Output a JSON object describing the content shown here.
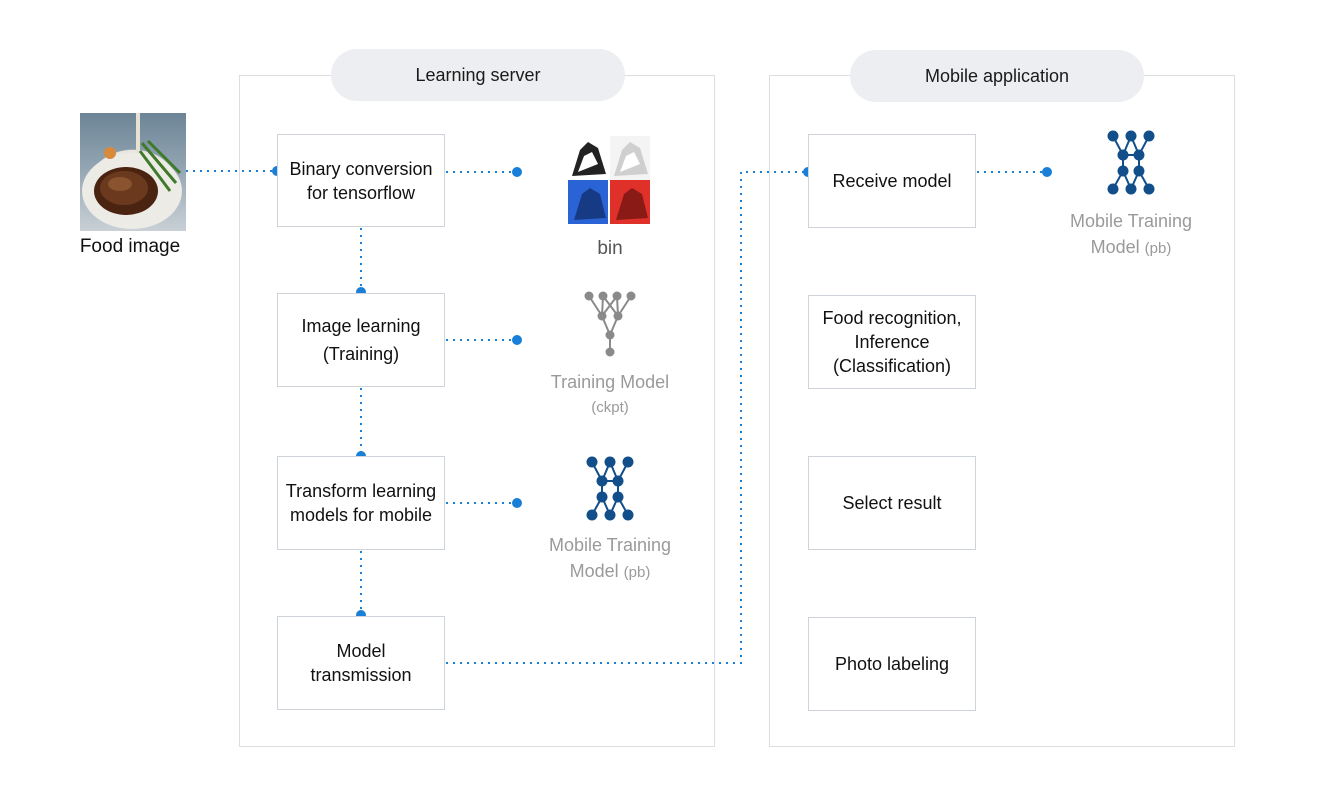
{
  "panels": {
    "learning_server": {
      "title": "Learning server"
    },
    "mobile_application": {
      "title": "Mobile application"
    }
  },
  "input": {
    "label": "Food image"
  },
  "learning_steps": [
    {
      "line1": "Binary conversion",
      "line2": "for tensorflow"
    },
    {
      "line1": "Image learning",
      "line2": "(Training)"
    },
    {
      "line1": "Transform learning",
      "line2": "models for mobile"
    },
    {
      "line1": "Model",
      "line2": "transmission"
    }
  ],
  "artifacts": {
    "bin": {
      "label": "bin"
    },
    "training_model": {
      "line1": "Training Model",
      "line2": "(ckpt)"
    },
    "mobile_model": {
      "line1": "Mobile Training",
      "line2_main": "Model",
      "line2_suffix": "(pb)"
    }
  },
  "mobile_steps": [
    {
      "line1": "Receive model",
      "line2": "",
      "line3": ""
    },
    {
      "line1": "Food recognition,",
      "line2": "Inference",
      "line3": "(Classification)"
    },
    {
      "line1": "Select result",
      "line2": "",
      "line3": ""
    },
    {
      "line1": "Photo labeling",
      "line2": "",
      "line3": ""
    }
  ],
  "mobile_artifact": {
    "line1": "Mobile Training",
    "line2_main": "Model",
    "line2_suffix": "(pb)"
  },
  "colors": {
    "connector": "#1a7fd6",
    "network_dark": "#114e8a",
    "network_gray": "#8a8a8a",
    "panel_border": "#dcdee4",
    "pill_bg": "#eceef1"
  },
  "icons": [
    "food-photo",
    "bin-images-icon",
    "training-network-icon",
    "mobile-network-icon"
  ]
}
